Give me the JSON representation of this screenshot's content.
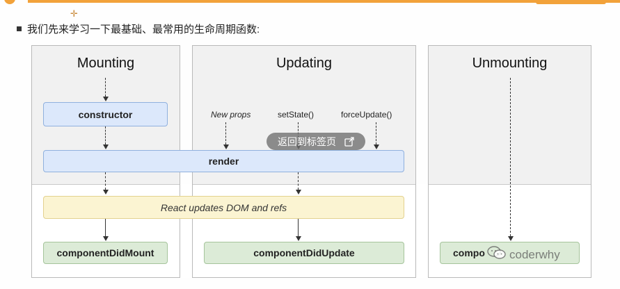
{
  "heading": "我们先来学习一下最基础、最常用的生命周期函数:",
  "panels": {
    "mounting": {
      "title": "Mounting"
    },
    "updating": {
      "title": "Updating"
    },
    "unmounting": {
      "title": "Unmounting"
    }
  },
  "boxes": {
    "constructor": "constructor",
    "render": "render",
    "react_updates": "React updates DOM and refs",
    "did_mount": "componentDidMount",
    "did_update": "componentDidUpdate",
    "will_unmount": "compo"
  },
  "triggers": {
    "new_props": "New props",
    "set_state": "setState()",
    "force_update": "forceUpdate()"
  },
  "overlay": {
    "back_to_tab": "返回到标签页",
    "watermark": "coderwhy"
  },
  "colors": {
    "accent": "#f2a23a",
    "blue_box": "#dce8fb",
    "yellow_box": "#fbf4d2",
    "green_box": "#dcebd7"
  }
}
